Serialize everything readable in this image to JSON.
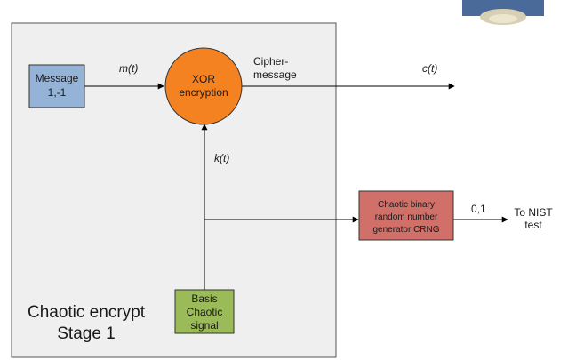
{
  "diagram": {
    "stage_title": [
      "Chaotic encrypt",
      "Stage 1"
    ],
    "message_box": [
      "Message",
      "1,-1"
    ],
    "xor_node": [
      "XOR",
      "encryption"
    ],
    "basis_box": [
      "Basis",
      "Chaotic",
      "signal"
    ],
    "crng_box": [
      "Chaotic binary",
      "random number",
      "generator CRNG"
    ],
    "labels": {
      "m_t": "m(t)",
      "k_t": "k(t)",
      "c_t": "c(t)",
      "cipher": [
        "Cipher-",
        "message"
      ],
      "binary_out": "0,1",
      "nist": [
        "To NIST",
        "test"
      ]
    },
    "colors": {
      "stage_bg": "#efefef",
      "message_fill": "#95b3d7",
      "xor_fill": "#f58220",
      "basis_fill": "#9bbb59",
      "crng_fill": "#d07068"
    }
  }
}
